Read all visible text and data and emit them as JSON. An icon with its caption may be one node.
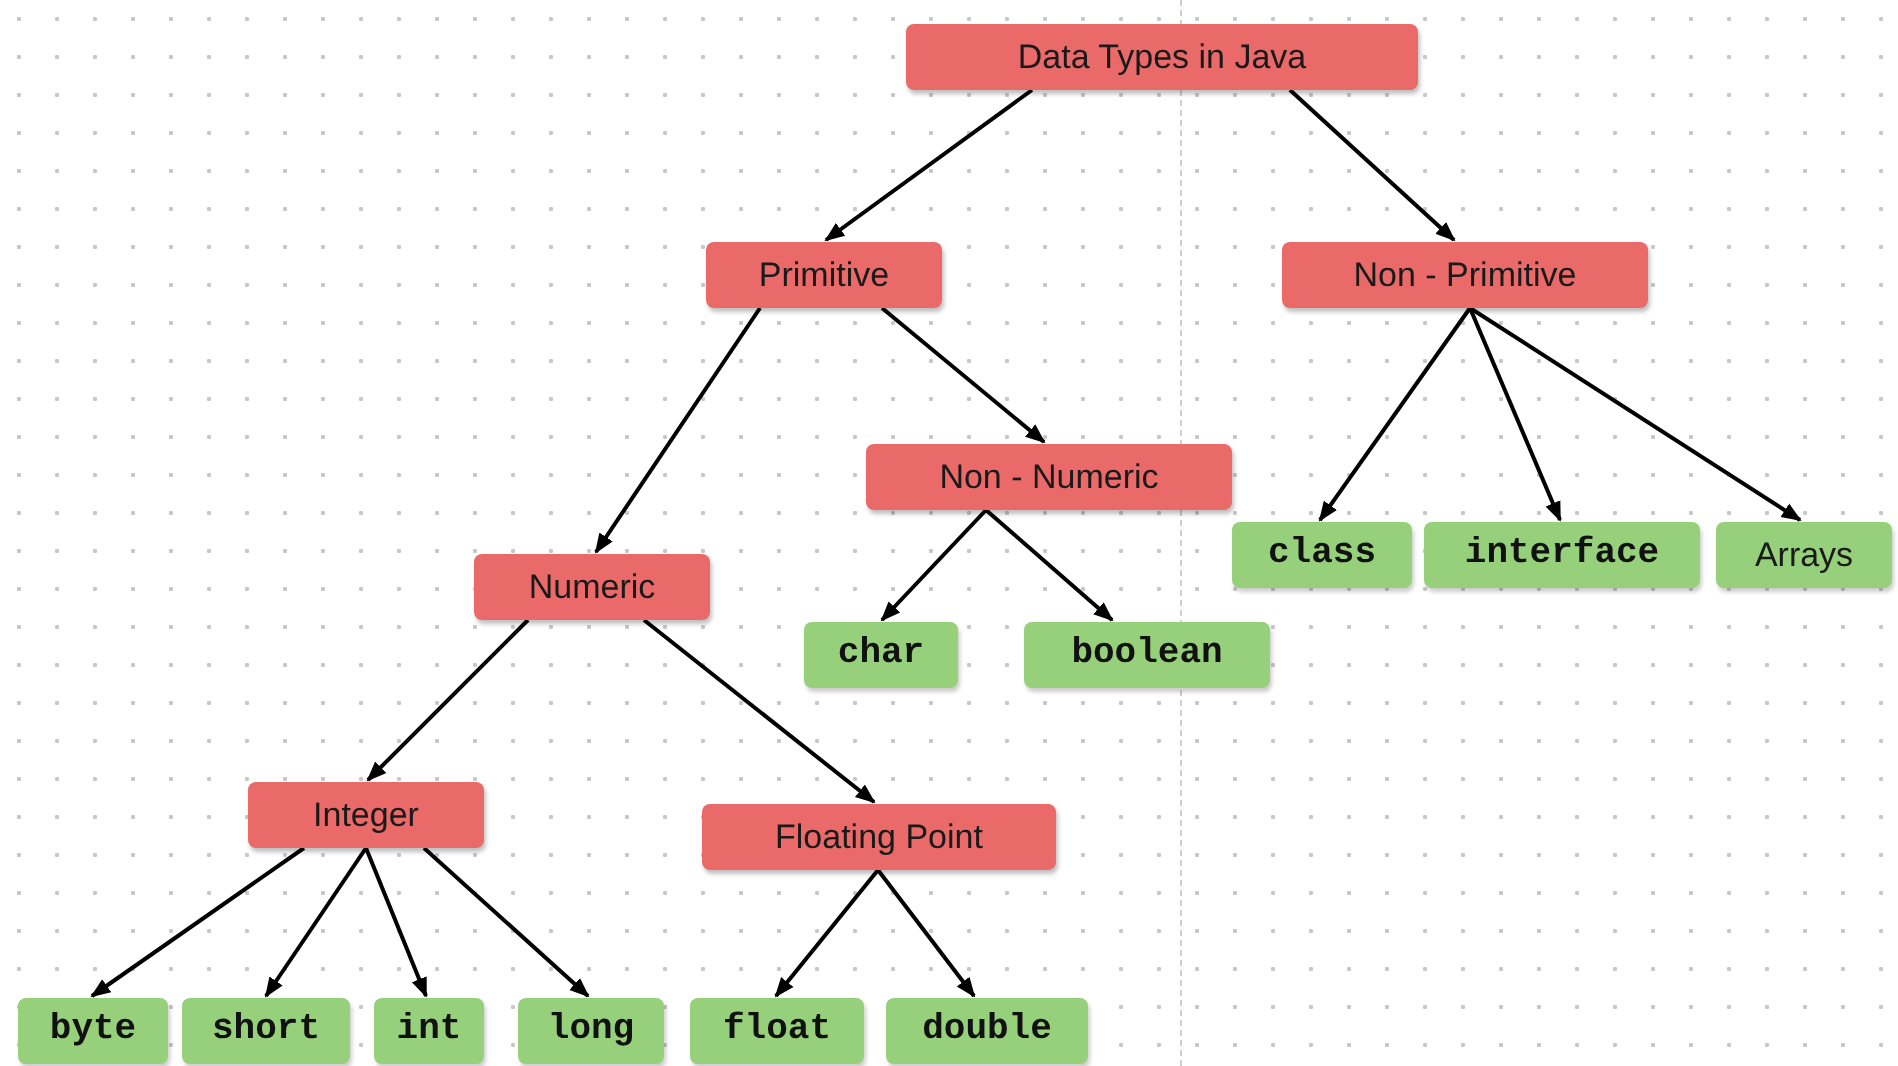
{
  "diagram": {
    "nodes": [
      {
        "text": [
          "Data Types in Java"
        ]
      },
      {
        "text": [
          "Primitive"
        ]
      },
      {
        "text": [
          "Non - Primitive"
        ]
      },
      {
        "text": [
          "Non - Numeric"
        ]
      },
      {
        "text": [
          "Numeric"
        ]
      },
      {
        "text": [
          "char"
        ]
      },
      {
        "text": [
          "boolean"
        ]
      },
      {
        "text": [
          "class"
        ]
      },
      {
        "text": [
          "interface"
        ]
      },
      {
        "text": [
          "Arrays"
        ]
      },
      {
        "text": [
          "Integer"
        ]
      },
      {
        "text": [
          "Floating Point"
        ]
      },
      {
        "text": [
          "byte"
        ]
      },
      {
        "text": [
          "short"
        ]
      },
      {
        "text": [
          "int"
        ]
      },
      {
        "text": [
          "long"
        ]
      },
      {
        "text": [
          "float"
        ]
      },
      {
        "text": [
          "double"
        ]
      }
    ],
    "edges": [
      {
        "from": 0,
        "to": 1,
        "arrow": "to"
      },
      {
        "from": 0,
        "to": 2,
        "arrow": "to"
      },
      {
        "from": 1,
        "to": 4,
        "arrow": "to"
      },
      {
        "from": 1,
        "to": 3,
        "arrow": "to"
      },
      {
        "from": 2,
        "to": 7,
        "arrow": "to"
      },
      {
        "from": 2,
        "to": 8,
        "arrow": "to"
      },
      {
        "from": 2,
        "to": 9,
        "arrow": "to"
      },
      {
        "from": 3,
        "to": 5,
        "arrow": "to"
      },
      {
        "from": 3,
        "to": 6,
        "arrow": "to"
      },
      {
        "from": 4,
        "to": 10,
        "arrow": "to"
      },
      {
        "from": 4,
        "to": 11,
        "arrow": "to"
      },
      {
        "from": 10,
        "to": 12,
        "arrow": "to"
      },
      {
        "from": 10,
        "to": 13,
        "arrow": "to"
      },
      {
        "from": 10,
        "to": 14,
        "arrow": "to"
      },
      {
        "from": 10,
        "to": 15,
        "arrow": "to"
      },
      {
        "from": 11,
        "to": 16,
        "arrow": "to"
      },
      {
        "from": 11,
        "to": 17,
        "arrow": "to"
      }
    ]
  }
}
